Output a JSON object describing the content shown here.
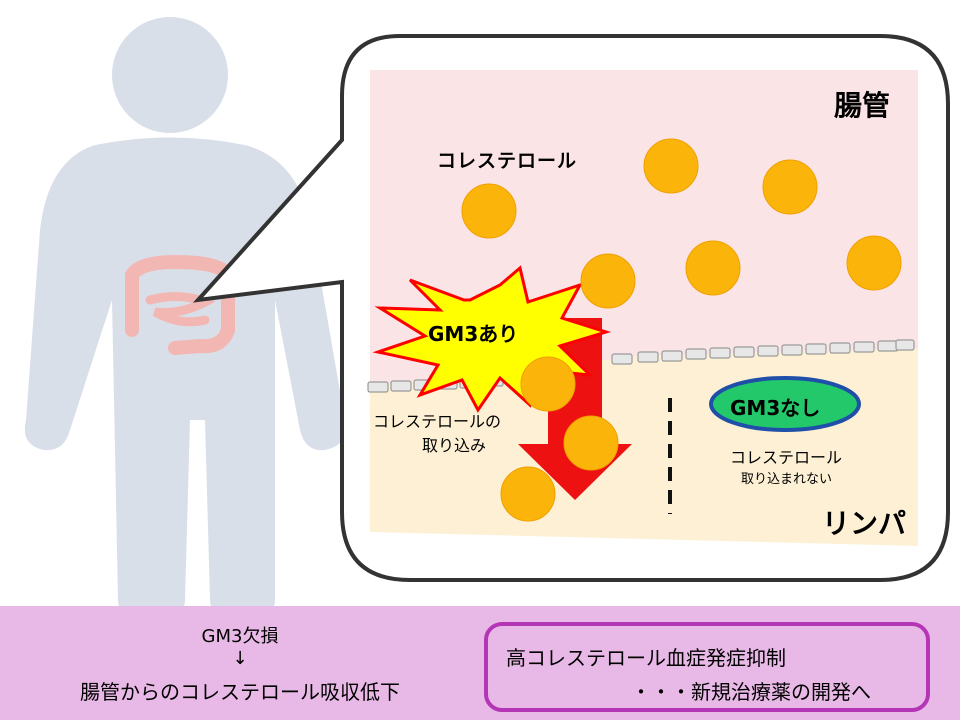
{
  "labels": {
    "intestine": "腸管",
    "lymph": "リンパ",
    "cholesterol": "コレステロール",
    "gm3_present": "GM3あり",
    "gm3_absent": "GM3なし",
    "uptake_line1": "コレステロールの",
    "uptake_line2": "取り込み",
    "no_uptake_line1": "コレステロール",
    "no_uptake_line2": "取り込まれない"
  },
  "bottom": {
    "deficiency": "GM3欠損",
    "arrow": "↓",
    "result": "腸管からのコレステロール吸収低下",
    "conclusion_line1": "高コレステロール血症発症抑制",
    "conclusion_line2": "・・・新規治療薬の開発へ"
  },
  "colors": {
    "intestine_bg": "#fbe4e6",
    "lymph_bg": "#fdf0d4",
    "cholesterol": "#fbb40a",
    "arrow": "#ee1111",
    "burst": "#ffff00",
    "burst_outline": "#ff0000",
    "gm3_absent_fill": "#22c86a",
    "gm3_absent_outline": "#1f4fa8",
    "bottom_band": "#e8b8e6",
    "conclusion_border": "#b535b7",
    "body_silhouette": "#d8dee7"
  }
}
